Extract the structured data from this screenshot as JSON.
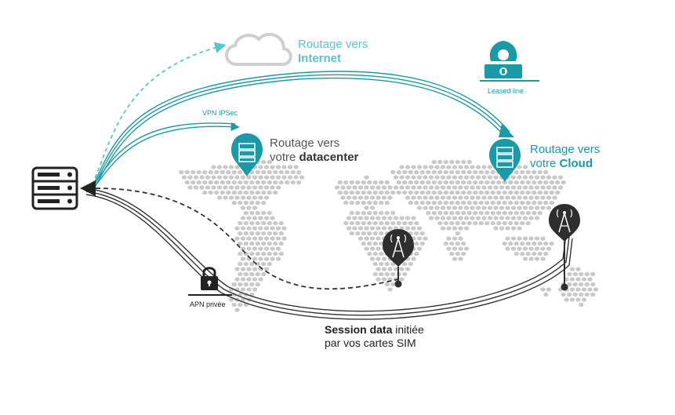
{
  "labels": {
    "internet_line1": "Routage vers",
    "internet_line2": "Internet",
    "datacenter_line1": "Routage vers",
    "datacenter_line2_prefix": "votre ",
    "datacenter_line2_bold": "datacenter",
    "cloud_line1": "Routage vers",
    "cloud_line2_prefix": "votre ",
    "cloud_line2_bold": "Cloud",
    "leased_line": "Leased line",
    "vpn": "VPN IPSec",
    "apn": "APN privée",
    "session_bold": "Session data",
    "session_rest": " initiée",
    "session_line2": "par vos cartes SIM"
  },
  "colors": {
    "teal": "#1a9aa6",
    "teal_light": "#5bc4c9",
    "dark": "#333333",
    "map_dot": "#c9c9c9",
    "cloud": "#cfcfcf"
  },
  "icons": {
    "server": "server-icon",
    "cloud": "cloud-icon",
    "hacker": "hacker-icon",
    "lock": "lock-icon",
    "tower": "cell-tower-icon"
  }
}
